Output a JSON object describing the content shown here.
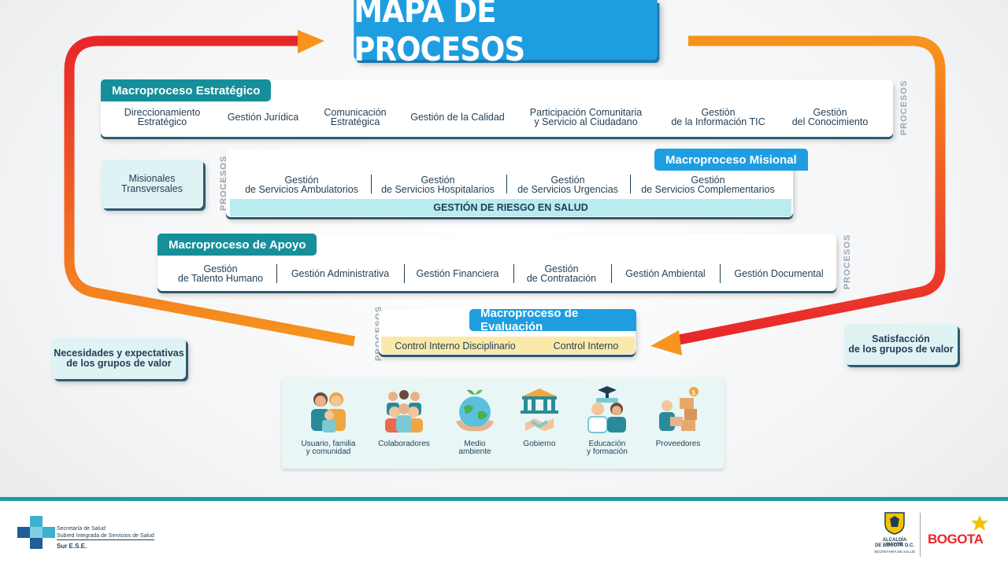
{
  "title": "MAPA DE PROCESOS",
  "vertical_label": "PROCESOS",
  "estrategico": {
    "tab": "Macroproceso Estratégico",
    "items": [
      "Direccionamiento\nEstratégico",
      "Gestión Jurídica",
      "Comunicación\nEstratégica",
      "Gestión de la Calidad",
      "Participación Comunitaria\ny Servicio al Ciudadano",
      "Gestión\nde la Información TIC",
      "Gestión\ndel Conocimiento"
    ]
  },
  "transversales": "Misionales\nTransversales",
  "misional": {
    "tab": "Macroproceso Misional",
    "items": [
      "Gestión\nde Servicios Ambulatorios",
      "Gestión\nde Servicios Hospitalarios",
      "Gestión\nde Servicios Urgencias",
      "Gestión\nde Servicios Complementarios"
    ],
    "bar": "GESTIÓN DE RIESGO EN SALUD"
  },
  "apoyo": {
    "tab": "Macroproceso de Apoyo",
    "items": [
      "Gestión\nde Talento Humano",
      "Gestión Administrativa",
      "Gestión Financiera",
      "Gestión\nde Contratación",
      "Gestión Ambiental",
      "Gestión Documental"
    ]
  },
  "evaluacion": {
    "tab": "Macroproceso  de Evaluación",
    "items": [
      "Control Interno Disciplinario",
      "Control Interno"
    ]
  },
  "necesidades": "Necesidades y expectativas\nde los grupos de valor",
  "satisfaccion": "Satisfacción\nde los grupos de valor",
  "grupos": [
    {
      "label": "Usuario, familia\ny comunidad",
      "icon": "family-icon"
    },
    {
      "label": "Colaboradores",
      "icon": "team-icon"
    },
    {
      "label": "Medio\nambiente",
      "icon": "globe-plant-icon"
    },
    {
      "label": "Gobierno",
      "icon": "government-building-icon"
    },
    {
      "label": "Educación\ny formación",
      "icon": "graduation-icon"
    },
    {
      "label": "Proveedores",
      "icon": "supplier-boxes-icon"
    }
  ],
  "footer": {
    "org_line1": "Secretaría de Salud",
    "org_line2": "Subred Integrada de Servicios de Salud",
    "org_line3": "Sur E.S.E.",
    "alcaldia_line1": "ALCALDÍA MAYOR",
    "alcaldia_line2": "DE BOGOTÁ D.C.",
    "alcaldia_line3": "SECRETARÍA DE SALUD",
    "bogota": "BOGOTA"
  },
  "colors": {
    "teal": "#168f9a",
    "blue": "#1e9ee0",
    "navy": "#1f3e55",
    "arrow_red": "#e8262a",
    "arrow_orange": "#f7941d",
    "light_cyan": "#b9ecef",
    "light_yellow": "#fbe9a9"
  }
}
